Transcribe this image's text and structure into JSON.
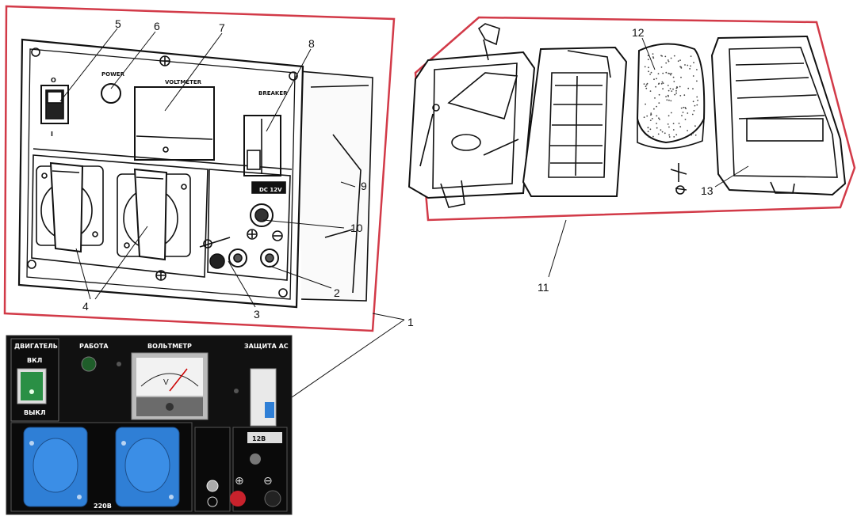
{
  "callouts": {
    "c1": "1",
    "c2": "2",
    "c3": "3",
    "c4": "4",
    "c5": "5",
    "c6": "6",
    "c7": "7",
    "c8": "8",
    "c9": "9",
    "c10": "10",
    "c11": "11",
    "c12": "12",
    "c13": "13"
  },
  "panel_drawing": {
    "power_label": "POWER",
    "voltmeter_label": "VOLTMETER",
    "breaker_label": "BREAKER",
    "dc_label": "DC 12V",
    "switch_top": "O",
    "switch_bottom": "I"
  },
  "photo_panel": {
    "engine_label": "ДВИГАТЕЛЬ",
    "on_label": "ВКЛ",
    "off_label": "ВЫКЛ",
    "work_label": "РАБОТА",
    "voltmeter_label": "ВОЛЬТМЕТР",
    "protection_label": "ЗАЩИТА АС",
    "dc_label": "12В",
    "socket_voltage": "220В",
    "meter_unit": "V"
  },
  "colors": {
    "frame_red": "#d23a48",
    "socket_blue": "#2f7fd6",
    "switch_green": "#2a8f45",
    "photo_panel_bg": "#111111"
  },
  "icons": [
    "screw-icon",
    "plus-icon",
    "minus-icon",
    "ground-icon"
  ]
}
